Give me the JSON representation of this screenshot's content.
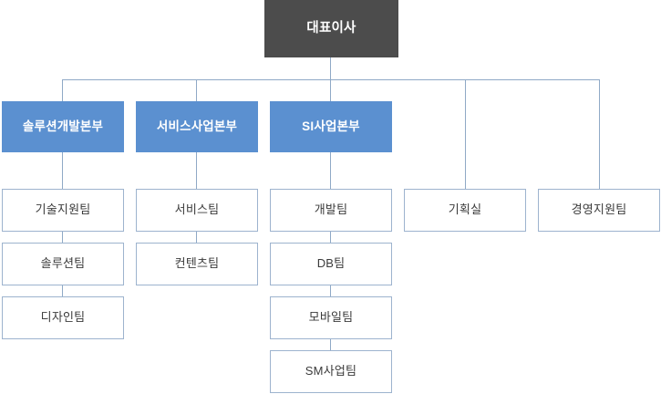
{
  "chart": {
    "title_node": {
      "label": "대표이사",
      "level": "ceo",
      "color": "#4c4c4c",
      "text_color": "#ffffff"
    },
    "colors": {
      "ceo_fill": "#4c4c4c",
      "division_fill": "#5b90d0",
      "team_fill": "#ffffff",
      "team_border": "#9db3ce",
      "connector": "#8fa9c6",
      "team_text": "#3b3b3b",
      "division_text": "#ffffff"
    },
    "divisions": [
      {
        "label": "솔루션개발본부"
      },
      {
        "label": "서비스사업본부"
      },
      {
        "label": "SI사업본부"
      }
    ],
    "columns": [
      {
        "head": "솔루션개발본부",
        "teams": [
          "기술지원팀",
          "솔루션팀",
          "디자인팀"
        ]
      },
      {
        "head": "서비스사업본부",
        "teams": [
          "서비스팀",
          "컨텐츠팀"
        ]
      },
      {
        "head": "SI사업본부",
        "teams": [
          "개발팀",
          "DB팀",
          "모바일팀",
          "SM사업팀"
        ]
      },
      {
        "head": null,
        "teams": [
          "기획실"
        ]
      },
      {
        "head": null,
        "teams": [
          "경영지원팀"
        ]
      }
    ],
    "teams_flat": [
      "기술지원팀",
      "서비스팀",
      "개발팀",
      "기획실",
      "경영지원팀",
      "솔루션팀",
      "컨텐츠팀",
      "DB팀",
      "디자인팀",
      "모바일팀",
      "SM사업팀"
    ]
  }
}
